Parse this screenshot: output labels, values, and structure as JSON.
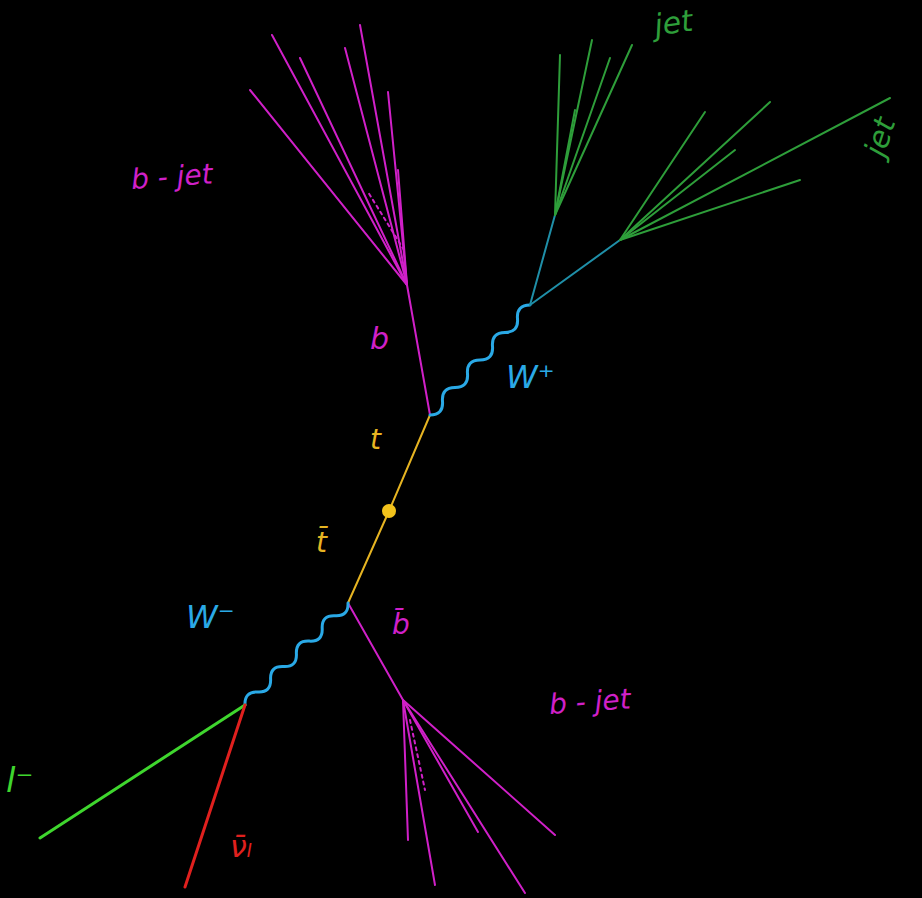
{
  "diagram": {
    "labels": [
      "jet",
      "jet",
      "b - jet",
      "b",
      "W⁺",
      "t",
      "t̄",
      "W⁻",
      "b̄",
      "b - jet",
      "l⁻",
      "ν̄ₗ"
    ]
  }
}
